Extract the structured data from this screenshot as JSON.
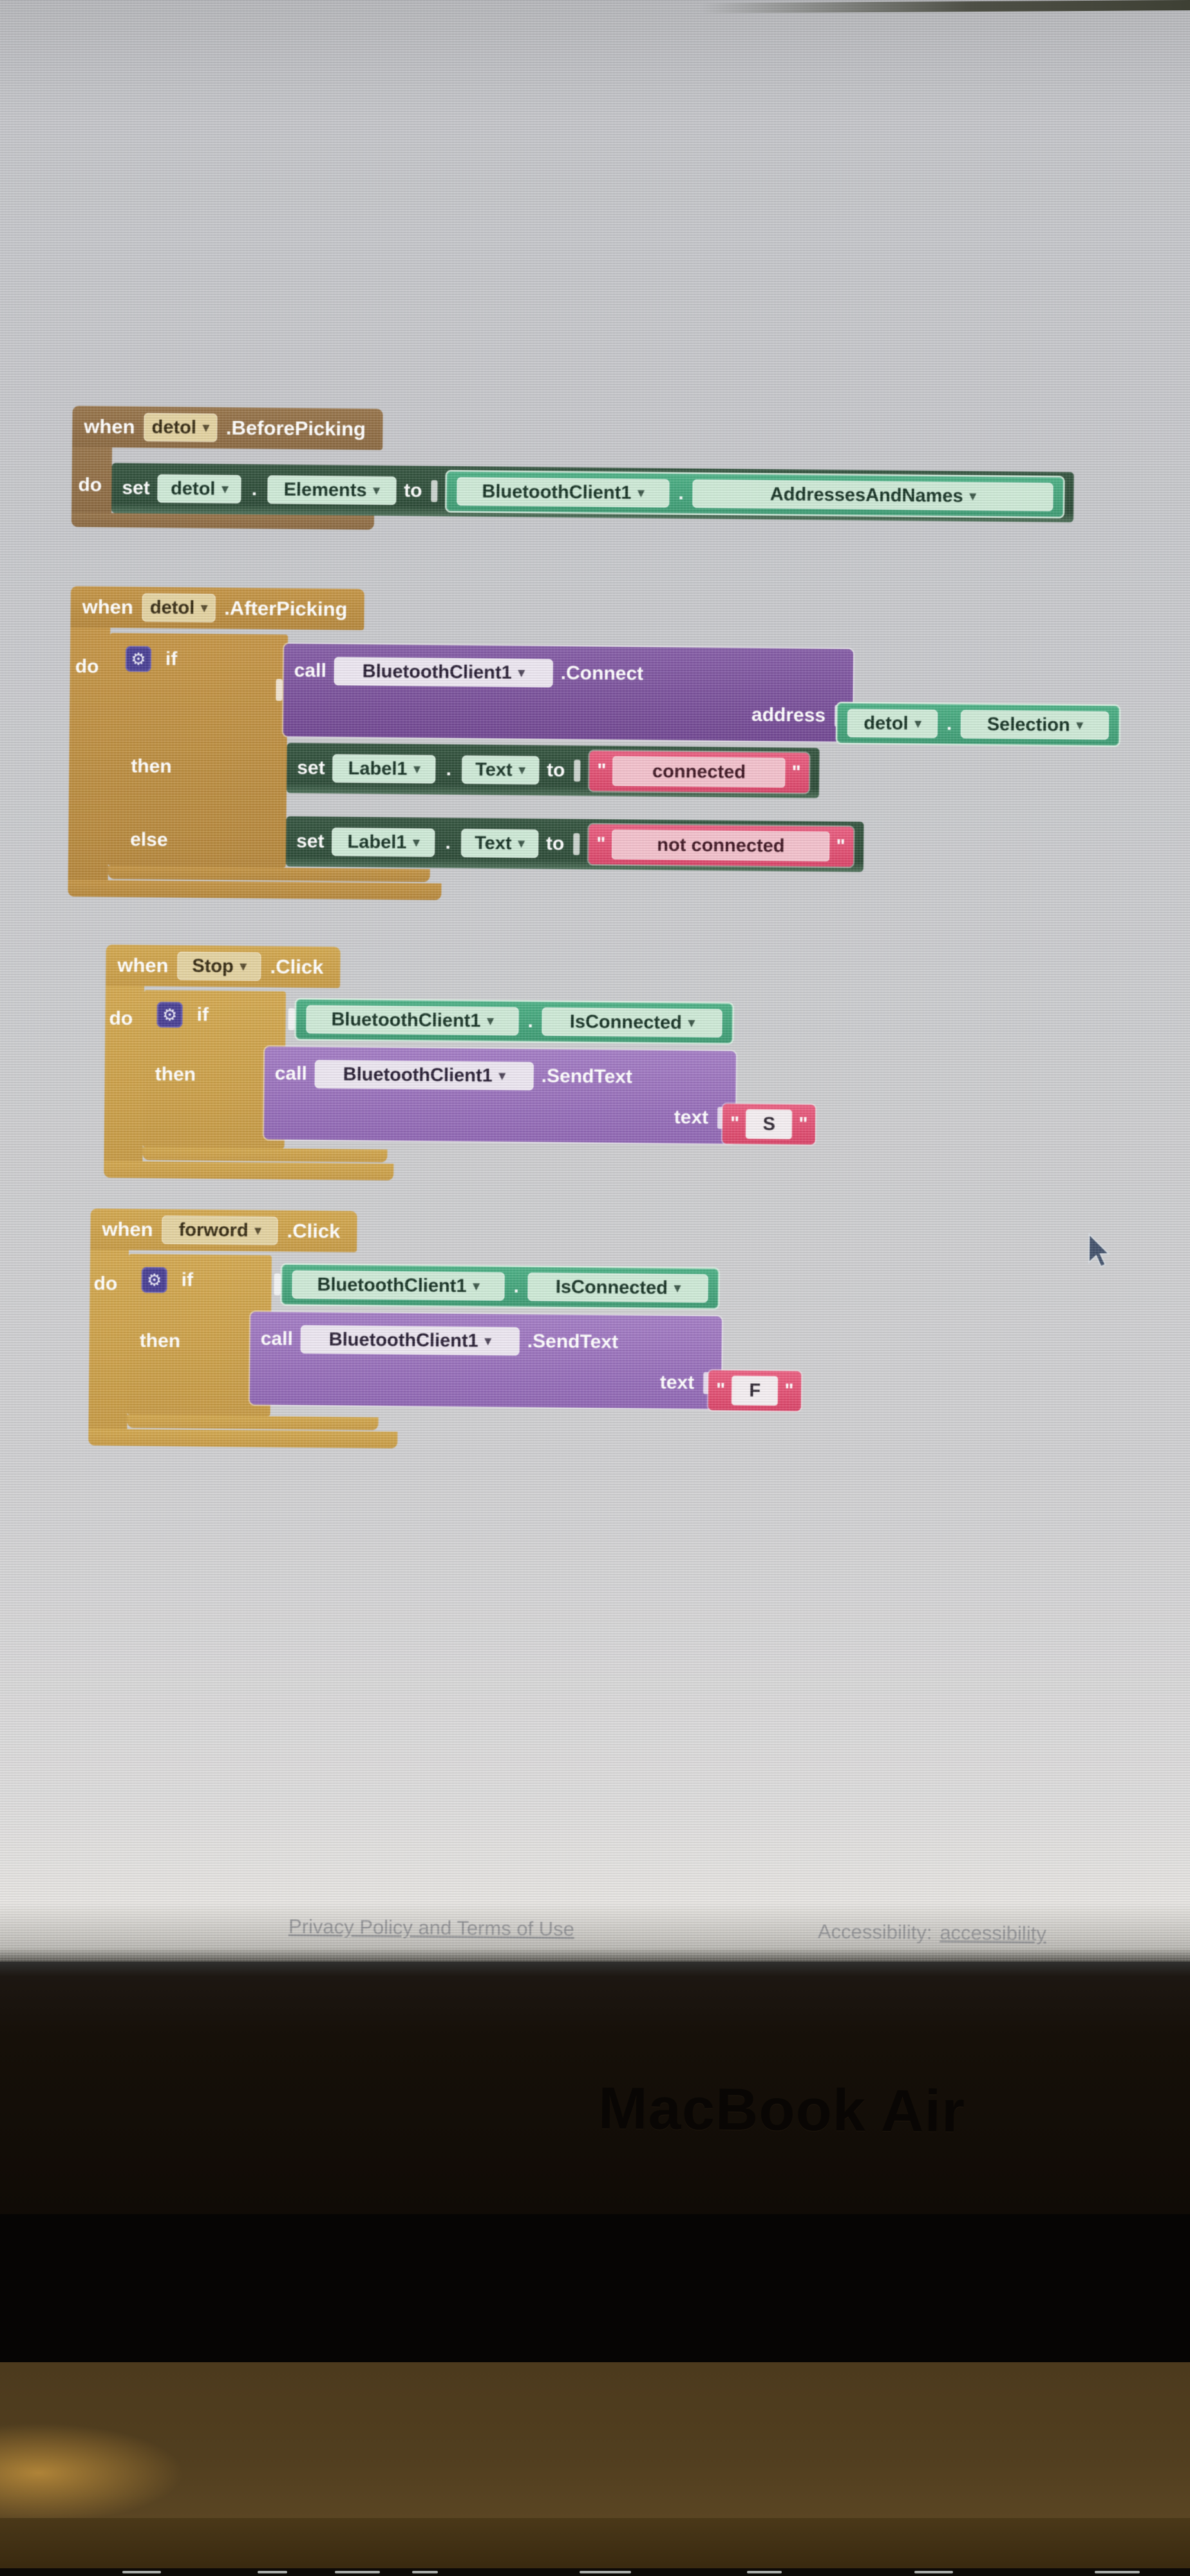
{
  "labels": {
    "when": "when",
    "do": "do",
    "set": "set",
    "to": "to",
    "if": "if",
    "then": "then",
    "else": "else",
    "call": "call",
    "address": "address",
    "text": "text",
    "dot": ".",
    "quote": "\"",
    "caret": "▾"
  },
  "icons": {
    "gear": "⚙",
    "cursor": "arrow-cursor"
  },
  "colors": {
    "event_gold": "#b5873c",
    "setter_green": "#2b4a36",
    "getter_teal": "#3c9a72",
    "call_purple": "#714792",
    "string_pink": "#d94468",
    "screen_gray": "#c9cacd"
  },
  "blocks": {
    "before_picking": {
      "component": "detol",
      "event": ".BeforePicking",
      "set_component": "detol",
      "set_property": "Elements",
      "value_component": "BluetoothClient1",
      "value_property": "AddressesAndNames"
    },
    "after_picking": {
      "component": "detol",
      "event": ".AfterPicking",
      "call_component": "BluetoothClient1",
      "call_method": ".Connect",
      "arg_label": "address",
      "arg_component": "detol",
      "arg_property": "Selection",
      "then_component": "Label1",
      "then_property": "Text",
      "then_value": "connected",
      "else_component": "Label1",
      "else_property": "Text",
      "else_value": "not connected"
    },
    "stop_click": {
      "component": "Stop",
      "event": ".Click",
      "cond_component": "BluetoothClient1",
      "cond_property": "IsConnected",
      "call_component": "BluetoothClient1",
      "call_method": ".SendText",
      "arg_label": "text",
      "arg_value": "S"
    },
    "forward_click": {
      "component": "forword",
      "event": ".Click",
      "cond_component": "BluetoothClient1",
      "cond_property": "IsConnected",
      "call_component": "BluetoothClient1",
      "call_method": ".SendText",
      "arg_label": "text",
      "arg_value": "F"
    }
  },
  "footer": {
    "privacy": "Privacy Policy and Terms of Use",
    "accessibility_label": "Accessibility:",
    "accessibility_link": "accessibility"
  },
  "bezel": {
    "brand": "MacBook Air"
  }
}
